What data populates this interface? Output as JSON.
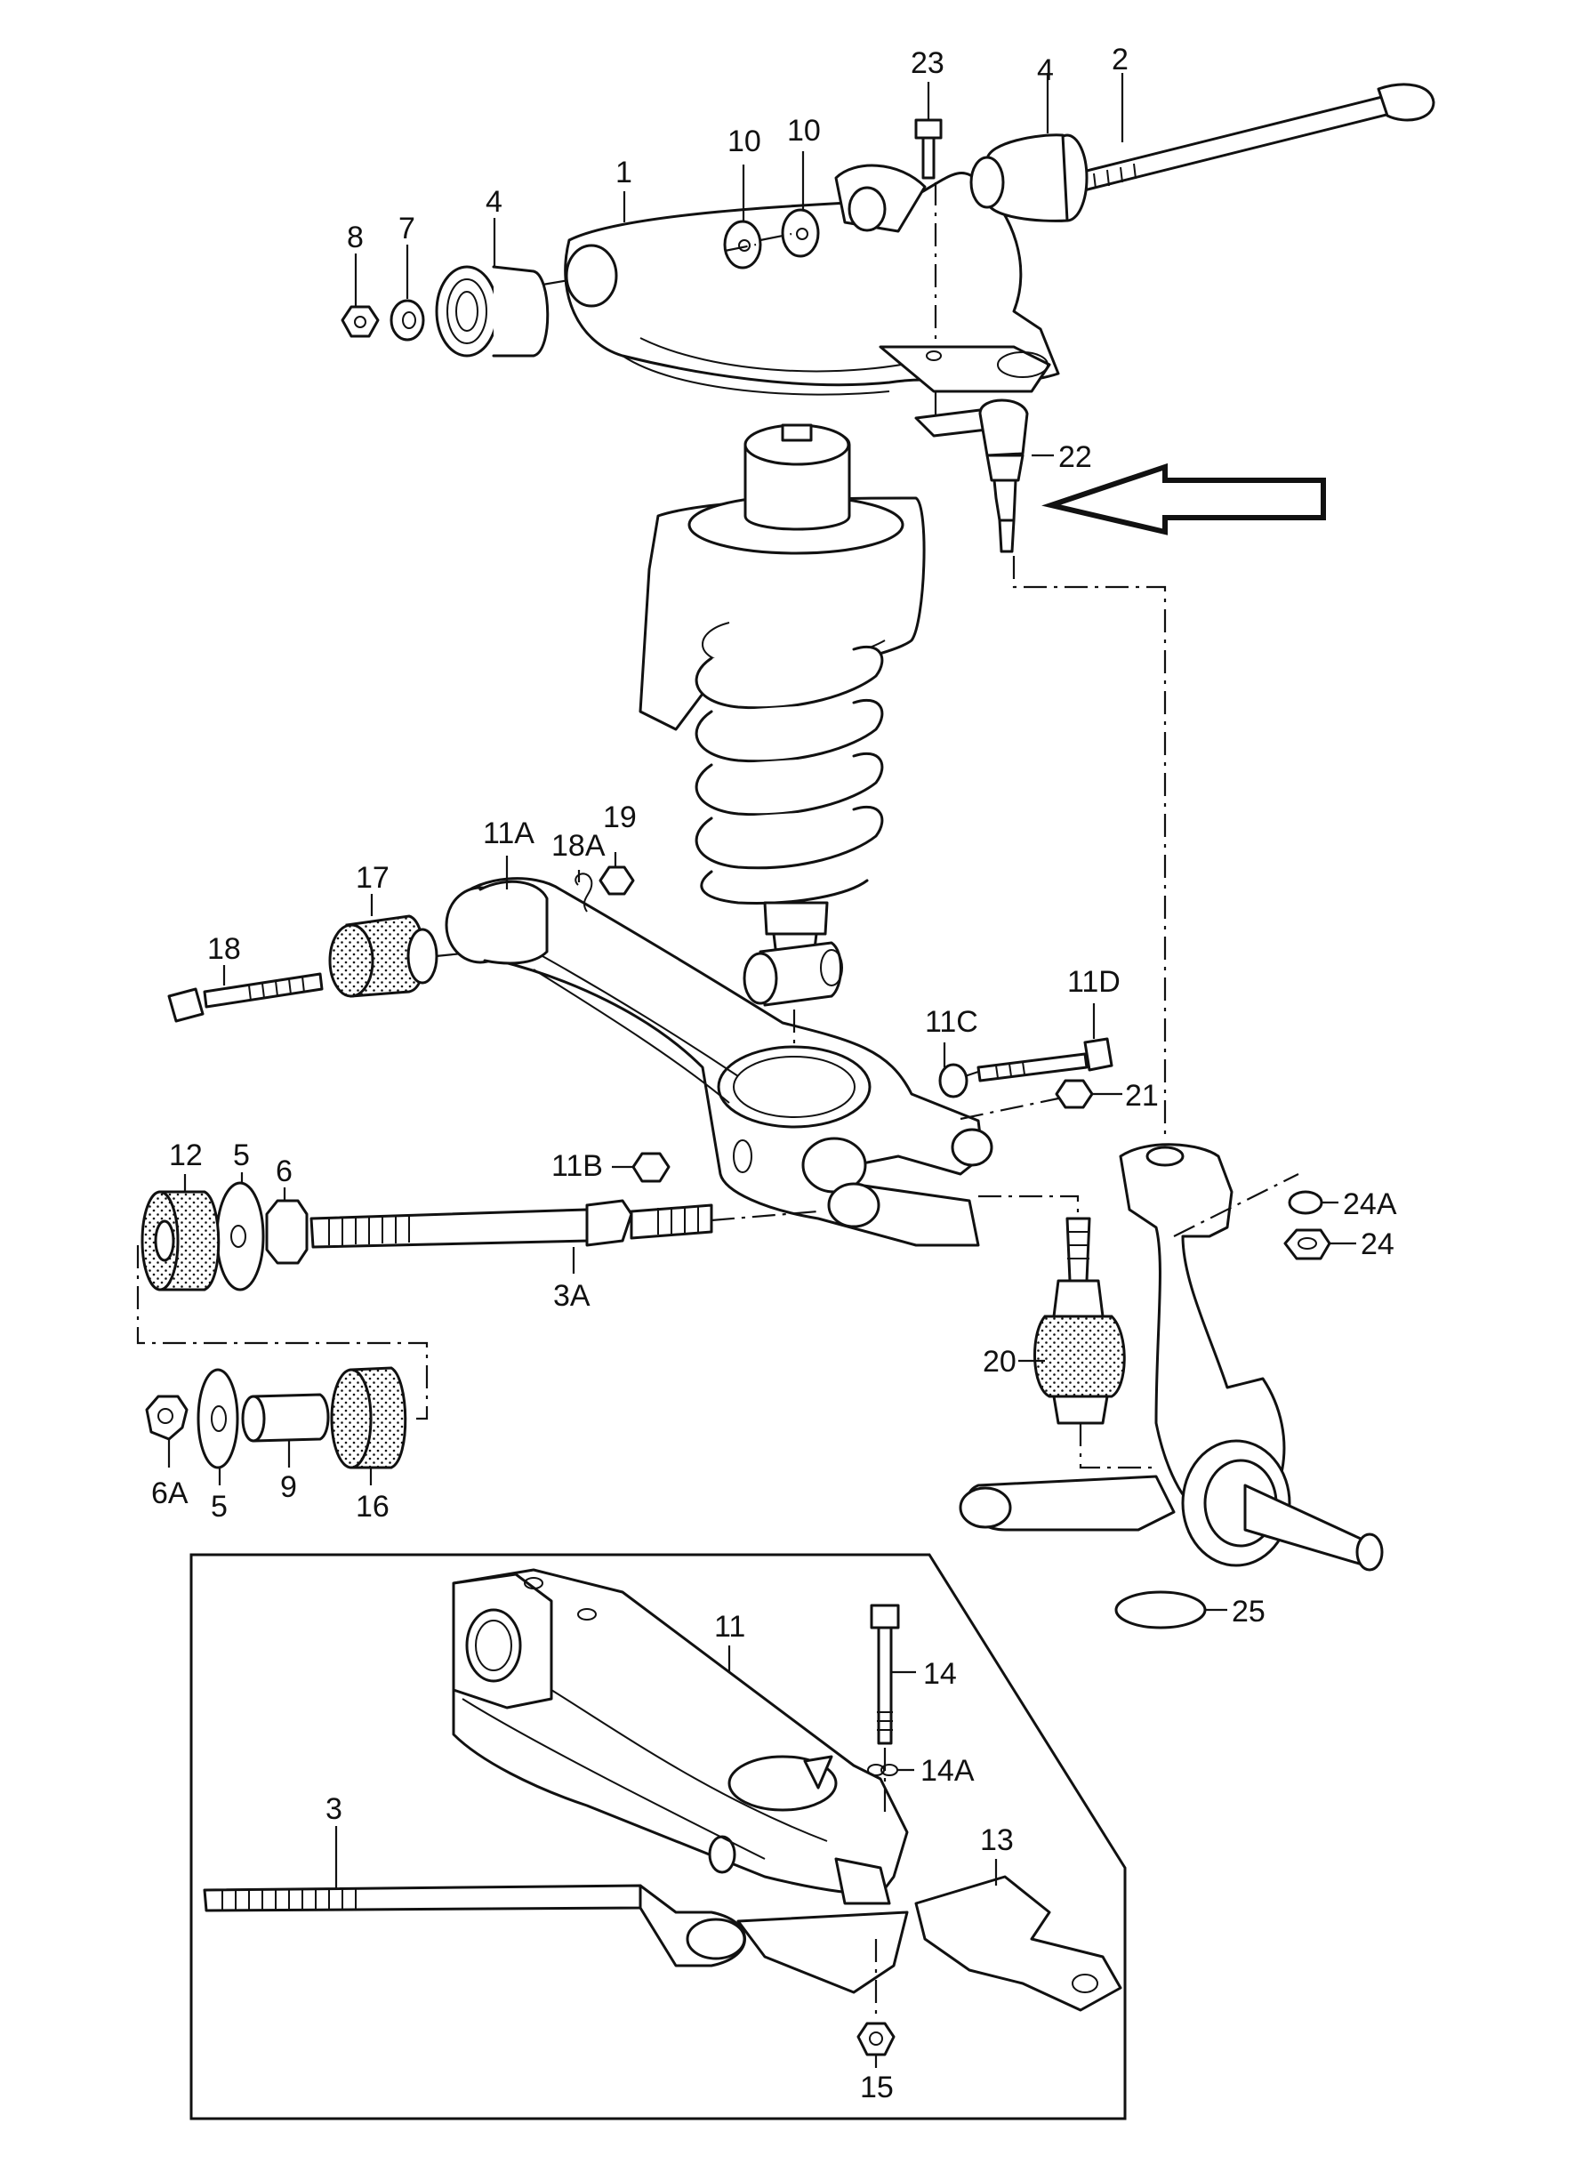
{
  "callouts": [
    {
      "key": "c1",
      "text": "1"
    },
    {
      "key": "c2",
      "text": "2"
    },
    {
      "key": "c3",
      "text": "3"
    },
    {
      "key": "c3A",
      "text": "3A"
    },
    {
      "key": "c4a",
      "text": "4"
    },
    {
      "key": "c4b",
      "text": "4"
    },
    {
      "key": "c5a",
      "text": "5"
    },
    {
      "key": "c5b",
      "text": "5"
    },
    {
      "key": "c6",
      "text": "6"
    },
    {
      "key": "c6A",
      "text": "6A"
    },
    {
      "key": "c7",
      "text": "7"
    },
    {
      "key": "c8",
      "text": "8"
    },
    {
      "key": "c9",
      "text": "9"
    },
    {
      "key": "c10a",
      "text": "10"
    },
    {
      "key": "c10b",
      "text": "10"
    },
    {
      "key": "c11",
      "text": "11"
    },
    {
      "key": "c11A",
      "text": "11A"
    },
    {
      "key": "c11B",
      "text": "11B"
    },
    {
      "key": "c11C",
      "text": "11C"
    },
    {
      "key": "c11D",
      "text": "11D"
    },
    {
      "key": "c12",
      "text": "12"
    },
    {
      "key": "c13",
      "text": "13"
    },
    {
      "key": "c14",
      "text": "14"
    },
    {
      "key": "c14A",
      "text": "14A"
    },
    {
      "key": "c15",
      "text": "15"
    },
    {
      "key": "c16",
      "text": "16"
    },
    {
      "key": "c17",
      "text": "17"
    },
    {
      "key": "c18",
      "text": "18"
    },
    {
      "key": "c18A",
      "text": "18A"
    },
    {
      "key": "c19",
      "text": "19"
    },
    {
      "key": "c20",
      "text": "20"
    },
    {
      "key": "c21",
      "text": "21"
    },
    {
      "key": "c22",
      "text": "22"
    },
    {
      "key": "c23",
      "text": "23"
    },
    {
      "key": "c24",
      "text": "24"
    },
    {
      "key": "c24A",
      "text": "24A"
    },
    {
      "key": "c25",
      "text": "25"
    }
  ],
  "highlight": {
    "target_part": "22"
  }
}
